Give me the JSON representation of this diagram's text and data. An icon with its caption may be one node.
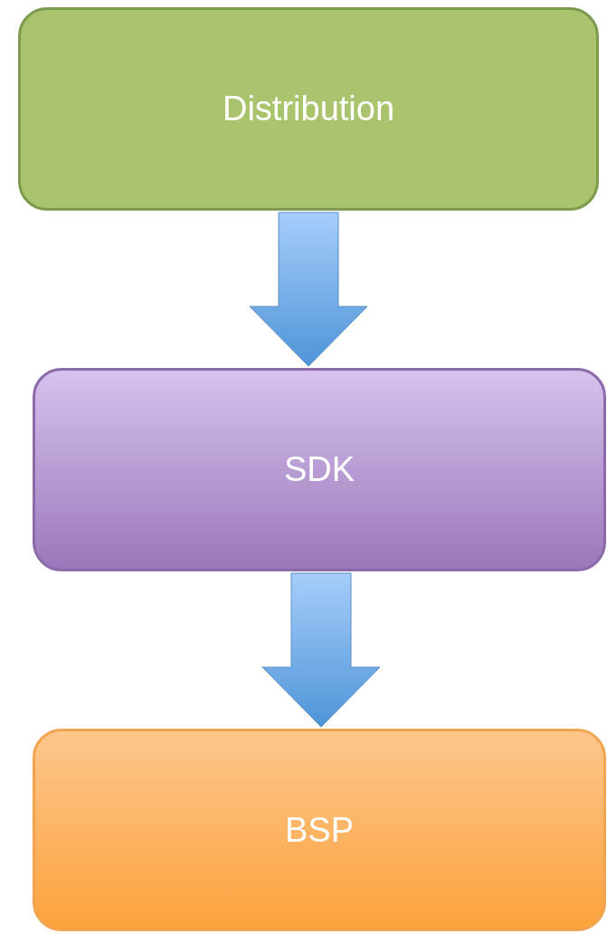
{
  "diagram": {
    "nodes": [
      {
        "text": [
          "Distribution"
        ]
      },
      {
        "text": [
          "SDK"
        ]
      },
      {
        "text": [
          "BSP"
        ]
      }
    ],
    "edges": [
      {
        "from": 0,
        "to": 1,
        "arrow": "to"
      },
      {
        "from": 1,
        "to": 2,
        "arrow": "to"
      }
    ]
  }
}
